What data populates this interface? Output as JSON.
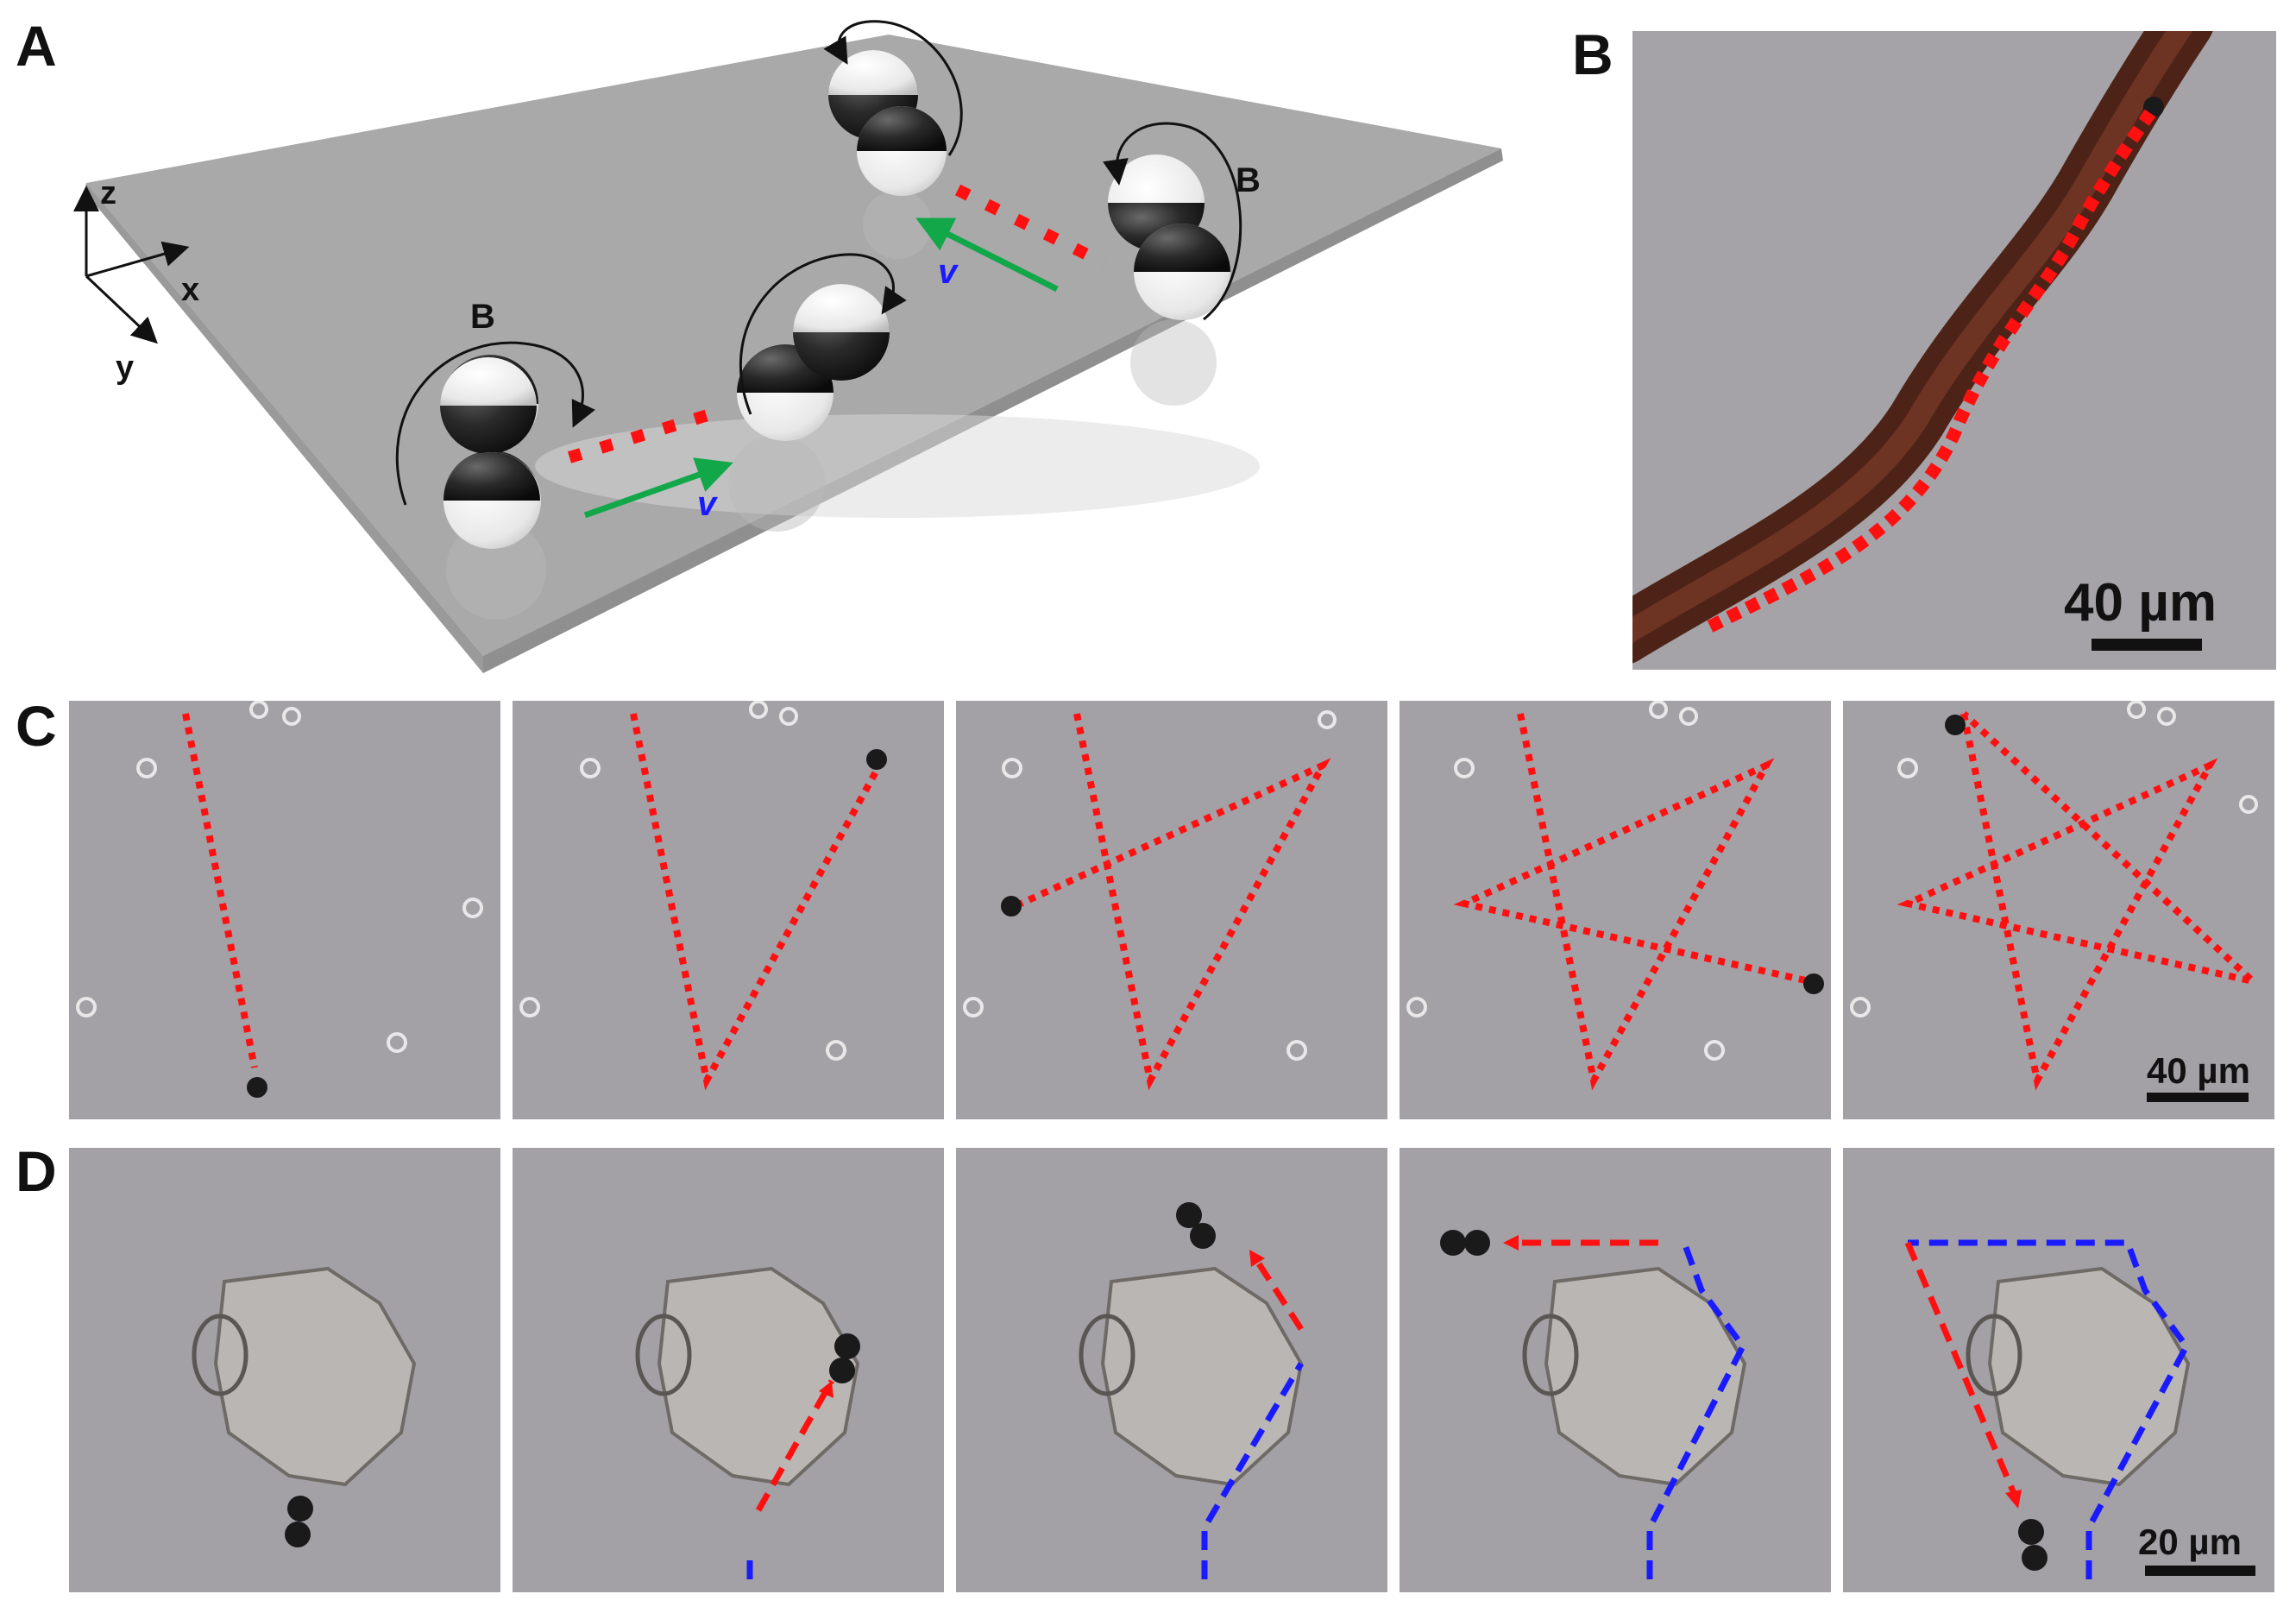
{
  "figure": {
    "panel_labels": {
      "a": "A",
      "b": "B",
      "c": "C",
      "d": "D"
    },
    "panel_a": {
      "axis_labels": {
        "z": "z",
        "x": "x",
        "y": "y"
      },
      "field_label": "B",
      "velocity_label": "v"
    },
    "panel_b": {
      "scale_label": "40 µm"
    },
    "panel_c": {
      "scale_label": "40 µm",
      "frame_count": 5
    },
    "panel_d": {
      "scale_label": "20 µm",
      "frame_count": 5
    },
    "colors": {
      "path_red": "#ff1010",
      "path_blue": "#1a1aff",
      "velocity_green": "#12a84a",
      "velocity_label_blue": "#1a1aff",
      "substrate_gray": "#a7a7a7",
      "micrograph_gray": "#a3a0a6",
      "fiber_brown": "#5a2a1c"
    }
  }
}
